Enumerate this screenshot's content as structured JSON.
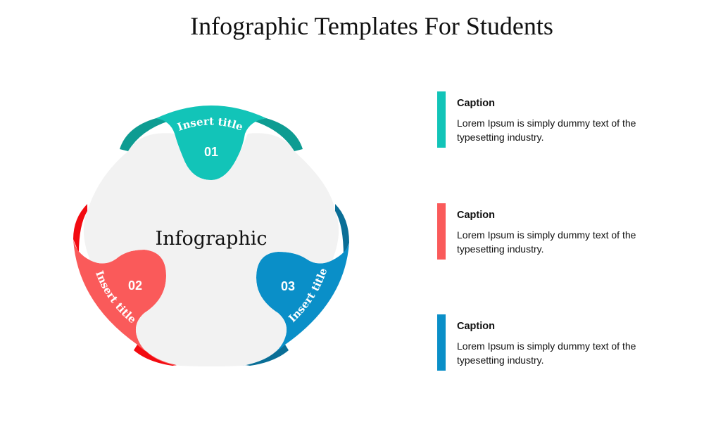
{
  "header": {
    "title": "Infographic Templates For Students"
  },
  "diagram": {
    "center_label": "Infographic",
    "segments": [
      {
        "number": "01",
        "title": "Insert title",
        "color": "#12C4B8",
        "shade": "#0E9C92"
      },
      {
        "number": "02",
        "title": "Insert title",
        "color": "#FA5A5A",
        "shade": "#F20A10"
      },
      {
        "number": "03",
        "title": "Insert title",
        "color": "#0A8FC8",
        "shade": "#0A6E96"
      }
    ],
    "circle_fill": "#F2F2F2"
  },
  "captions": [
    {
      "title": "Caption",
      "text": "Lorem Ipsum is simply dummy text of the typesetting industry.",
      "color": "#12C4B8"
    },
    {
      "title": "Caption",
      "text": "Lorem Ipsum is simply dummy text of the typesetting industry.",
      "color": "#FA5A5A"
    },
    {
      "title": "Caption",
      "text": "Lorem Ipsum is simply dummy text of the typesetting industry.",
      "color": "#0A8FC8"
    }
  ]
}
